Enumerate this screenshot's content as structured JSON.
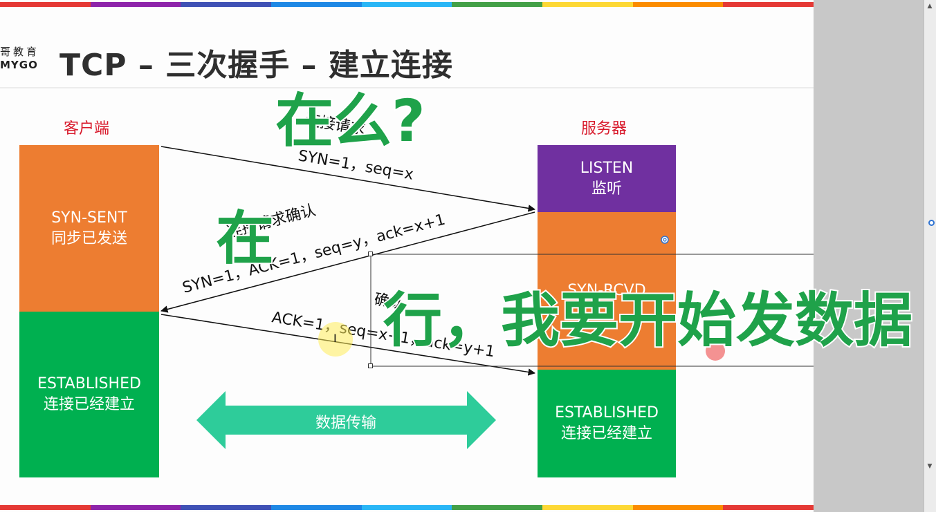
{
  "slide": {
    "logo_line1": "哥教育",
    "logo_line2": "MYGO",
    "title": "TCP  –  三次握手  –  建立连接",
    "client_label": "客户端",
    "server_label": "服务器"
  },
  "client": {
    "syn_sent": {
      "line1": "SYN-SENT",
      "line2": "同步已发送"
    },
    "established": {
      "line1": "ESTABLISHED",
      "line2": "连接已经建立"
    }
  },
  "server": {
    "listen": {
      "line1": "LISTEN",
      "line2": "监听"
    },
    "syn_rcvd": {
      "line1": "SYN-RCVD"
    },
    "established": {
      "line1": "ESTABLISHED",
      "line2": "连接已经建立"
    }
  },
  "messages": {
    "msg1_caption": "连接请求",
    "msg1": "SYN=1，seq=x",
    "msg2_caption": "连接请求确认",
    "msg2": "SYN=1，ACK=1，seq=y，ack=x+1",
    "msg3_caption": "确认",
    "msg3": "ACK=1，seq=x+1，ack=y+1"
  },
  "transfer_label": "数据传输",
  "overlays": {
    "q1": "在么?",
    "a1": "在",
    "q2": "行，我要开始发数据"
  },
  "colors": {
    "client_label": "#d8182a",
    "purple": "#7030a0",
    "orange": "#ed7d31",
    "green": "#00b050",
    "transfer_arrow": "#2ecc9a",
    "overlay_text": "#1fa24a"
  },
  "rainbow": [
    "#e53935",
    "#8e24aa",
    "#3f51b5",
    "#1e88e5",
    "#29b6f6",
    "#43a047",
    "#fdd835",
    "#fb8c00",
    "#e53935"
  ]
}
